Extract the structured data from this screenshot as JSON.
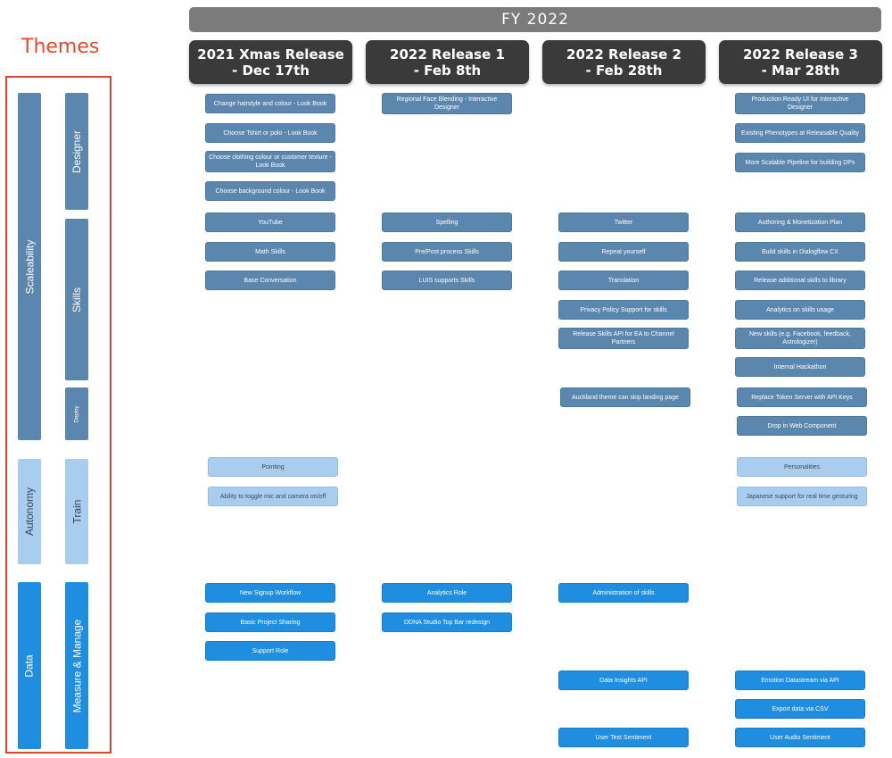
{
  "header": {
    "fiscal_year": "FY 2022"
  },
  "themes_title": "Themes",
  "releases": [
    {
      "line1": "2021 Xmas Release",
      "line2": "- Dec 17th"
    },
    {
      "line1": "2022 Release 1",
      "line2": "- Feb 8th"
    },
    {
      "line1": "2022 Release 2",
      "line2": "- Feb 28th"
    },
    {
      "line1": "2022 Release 3",
      "line2": "- Mar 28th"
    }
  ],
  "themes": {
    "scaleability": "Scaleability",
    "autonomy": "Autonomy",
    "data": "Data",
    "designer": "Designer",
    "skills": "Skills",
    "deploy": "Deploy",
    "train": "Train",
    "measure": "Measure & Manage"
  },
  "colors": {
    "scaleability": "#5b86ad",
    "autonomy": "#a9cdef",
    "data": "#1f8de0",
    "header": "#3a3a3a",
    "fy_bar": "#7b7b7b",
    "themes_accent": "#e5492e"
  },
  "cards": {
    "xmas": {
      "designer": [
        "Change hairstyle and colour - Look Book",
        "Choose Tshirt or polo - Look Book",
        "Choose clothing colour or customer texture - Look Book",
        "Choose background colour - Look Book"
      ],
      "skills": [
        "YouTube",
        "Math Skills",
        "Base Conversation"
      ],
      "train": [
        "Pointing",
        "Ability to toggle mic and camera on/off"
      ],
      "measure": [
        "New Signup Workflow",
        "Basic Project Sharing",
        "Support Role"
      ]
    },
    "r1": {
      "designer": [
        "Regional Face Blending - Interactive Designer"
      ],
      "skills": [
        "Spelling",
        "Pre/Post process Skills",
        "LUIS supports Skills"
      ],
      "measure": [
        "Analytics Role",
        "DDNA Studio Top Bar redesign"
      ]
    },
    "r2": {
      "skills": [
        "Twitter",
        "Repeat yourself",
        "Translation",
        "Privacy Policy Support for skills",
        "Release Skills API for EA to Channel Partners"
      ],
      "deploy": [
        "Auckland theme can skip landing page"
      ],
      "measure": [
        "Administration of skills",
        "Data Insights API",
        "User Text Sentiment"
      ]
    },
    "r3": {
      "designer": [
        "Production Ready UI for Interactive Designer",
        "Existing Phenotypes at Releasable Quality",
        "More Scalable Pipeline for building DPs"
      ],
      "skills": [
        "Authoring & Monetization Plan",
        "Build skills in Dialogflow CX",
        "Release additional skills to library",
        "Analytics on skills usage",
        "New skills (e.g. Facebook, feedback, Astrologizer)",
        "Internal Hackathon"
      ],
      "deploy": [
        "Replace Token Server with API Keys",
        "Drop in Web Component"
      ],
      "train": [
        "Personalities",
        "Japanese support for real time gesturing"
      ],
      "measure": [
        "Emotion Datastream via API",
        "Export data via CSV",
        "User Audio Sentiment"
      ]
    }
  }
}
